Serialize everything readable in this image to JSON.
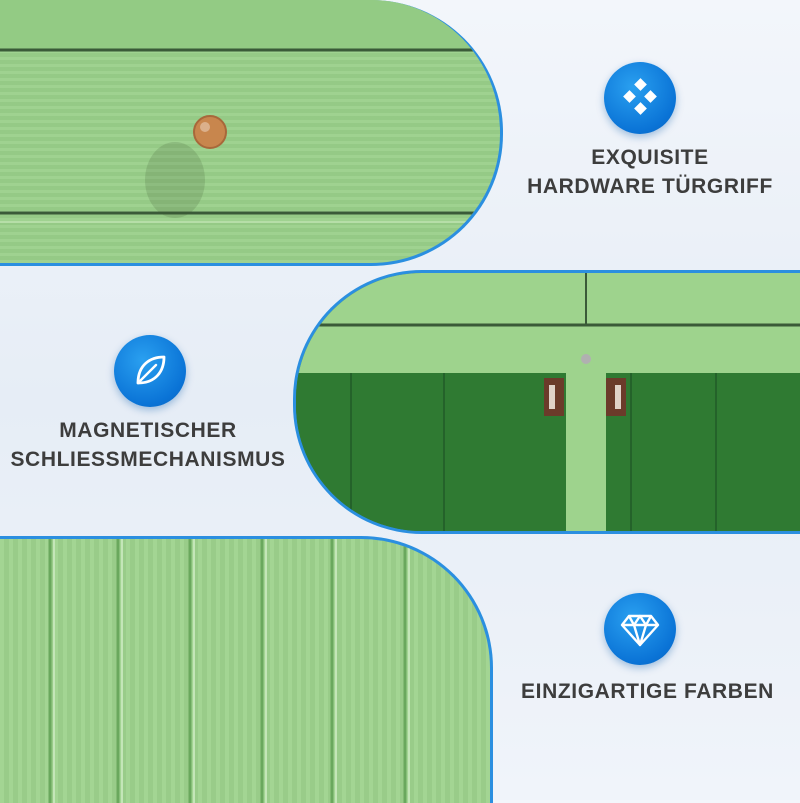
{
  "features": [
    {
      "label_line1": "EXQUISITE",
      "label_line2": "HARDWARE TÜRGRIFF",
      "icon": "diamond-grid-icon"
    },
    {
      "label_line1": "MAGNETISCHER",
      "label_line2": "SCHLIEßMECHANISMUS",
      "icon": "leaf-icon"
    },
    {
      "label_line1": "EINZIGARTIGE FARBEN",
      "icon": "gem-icon"
    }
  ],
  "colors": {
    "accent": "#0a73d6",
    "panel_border": "#2b8fe0",
    "wood_light": "#9ad08a",
    "wood_dark": "#2f7a32",
    "text": "#3d3d3d"
  }
}
